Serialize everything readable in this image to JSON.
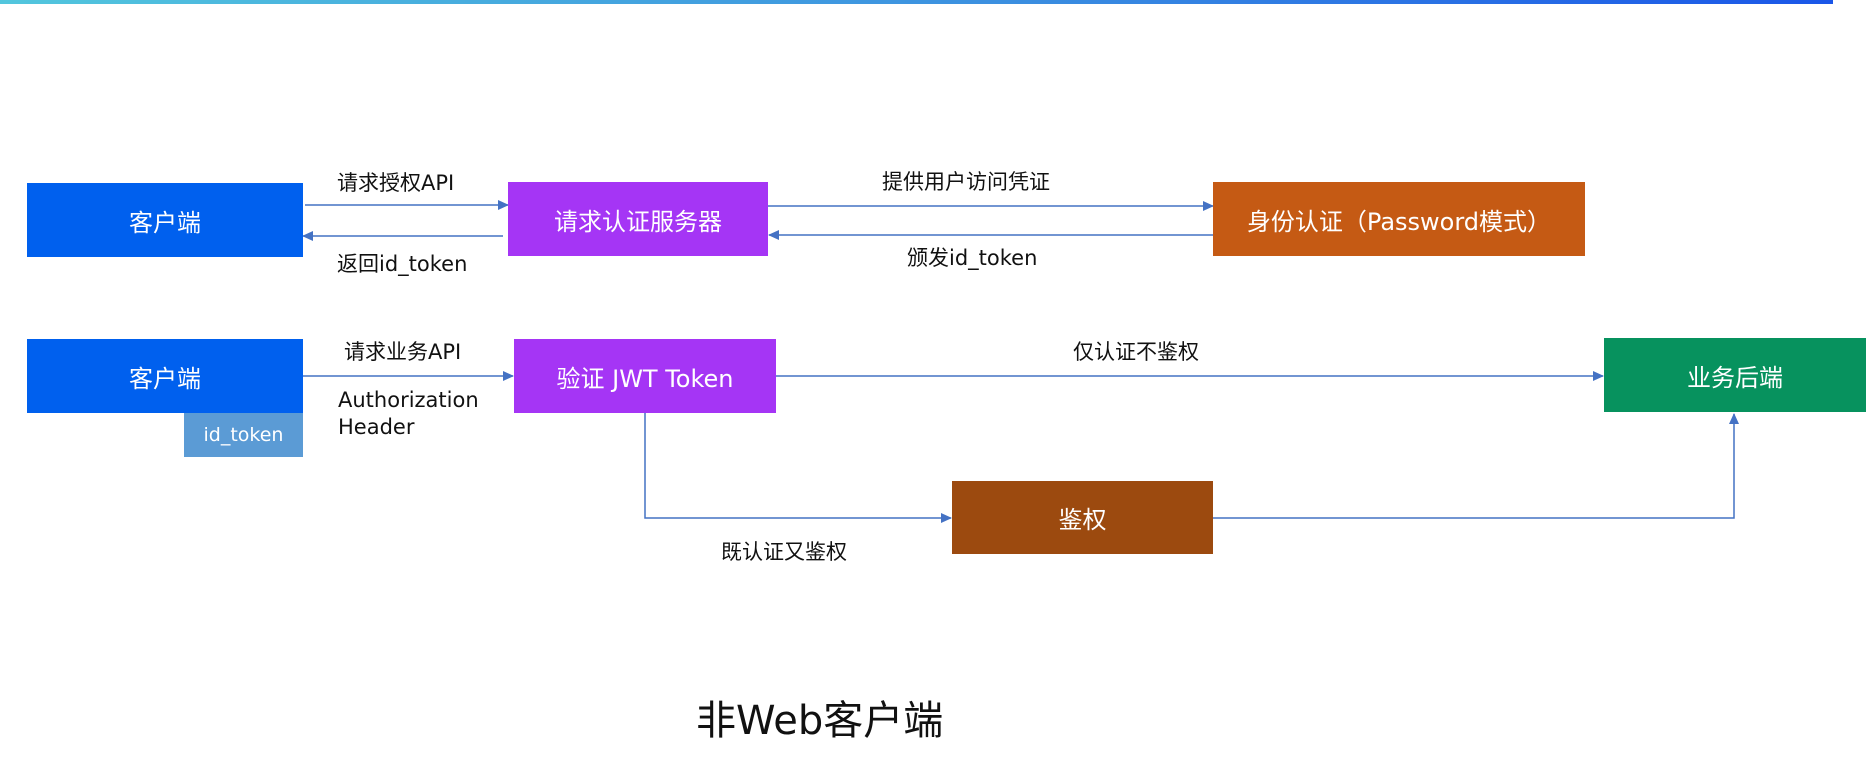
{
  "colors": {
    "client": "#0060ee",
    "auth_server": "#a535f5",
    "identity": "#c55a14",
    "verify": "#a535f5",
    "backend": "#07925e",
    "authz": "#9c4a0f",
    "id_token_tag": "#5b9bd5",
    "arrow": "#4472c4"
  },
  "row1": {
    "client": "客户端",
    "auth_server": "请求认证服务器",
    "identity": "身份认证（Password模式）",
    "label_request_auth_api": "请求授权API",
    "label_return_id_token": "返回id_token",
    "label_provide_credentials": "提供用户访问凭证",
    "label_issue_id_token": "颁发id_token"
  },
  "row2": {
    "client": "客户端",
    "id_token_tag": "id_token",
    "verify": "验证 JWT Token",
    "backend": "业务后端",
    "authz": "鉴权",
    "label_request_business_api": "请求业务API",
    "label_authorization_header_line1": "Authorization",
    "label_authorization_header_line2": "Header",
    "label_auth_only": "仅认证不鉴权",
    "label_auth_and_authz": "既认证又鉴权"
  },
  "caption": "非Web客户端"
}
